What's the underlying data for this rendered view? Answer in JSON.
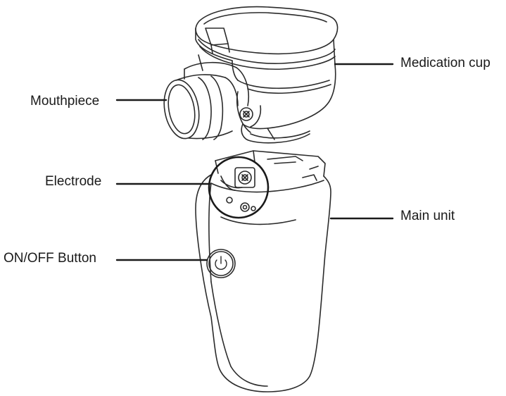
{
  "labels": {
    "medication_cup": "Medication cup",
    "mouthpiece": "Mouthpiece",
    "electrode": "Electrode",
    "main_unit": "Main unit",
    "on_off_button": "ON/OFF Button"
  },
  "colors": {
    "line": "#1a1a1a",
    "outline": "#2b2b2b",
    "background": "#ffffff"
  },
  "icons": {
    "power": "power-icon"
  }
}
